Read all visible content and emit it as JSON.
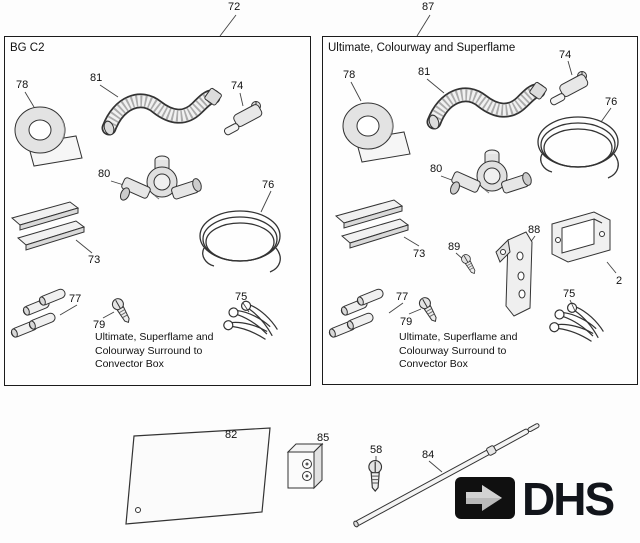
{
  "diagram": {
    "left_panel": {
      "title": "BG C2",
      "note": "Ultimate, Superflame and Colourway Surround to Convector Box"
    },
    "right_panel": {
      "title": "Ultimate, Colourway and Superflame",
      "note": "Ultimate, Superflame and Colourway Surround to Convector Box"
    },
    "part_numbers": {
      "n2": "2",
      "n58": "58",
      "n72": "72",
      "n73": "73",
      "n74": "74",
      "n75": "75",
      "n76": "76",
      "n77": "77",
      "n78": "78",
      "n79": "79",
      "n80": "80",
      "n81": "81",
      "n82": "82",
      "n84": "84",
      "n85": "85",
      "n87": "87",
      "n88": "88",
      "n89": "89"
    },
    "logo_text": "DHS"
  }
}
